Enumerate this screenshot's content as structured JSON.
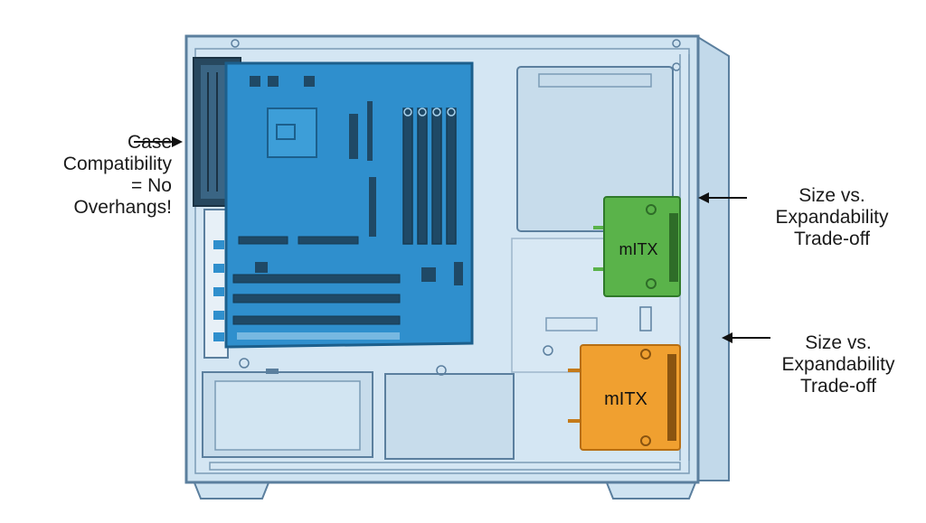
{
  "annotations": {
    "left": "Case\nCompatibility\n= No\nOverhangs!",
    "right_top": "Size vs.\nExpandability\nTrade-off",
    "right_bottom": "Size vs.\nExpandability\nTrade-off"
  },
  "boards": {
    "green_label": "mITX",
    "orange_label": "mITX"
  },
  "colors": {
    "case_fill": "#cfe3f1",
    "case_stroke": "#5b7f9e",
    "motherboard": "#2f8fcd",
    "green_board": "#5ab34a",
    "orange_board": "#f0a030"
  }
}
